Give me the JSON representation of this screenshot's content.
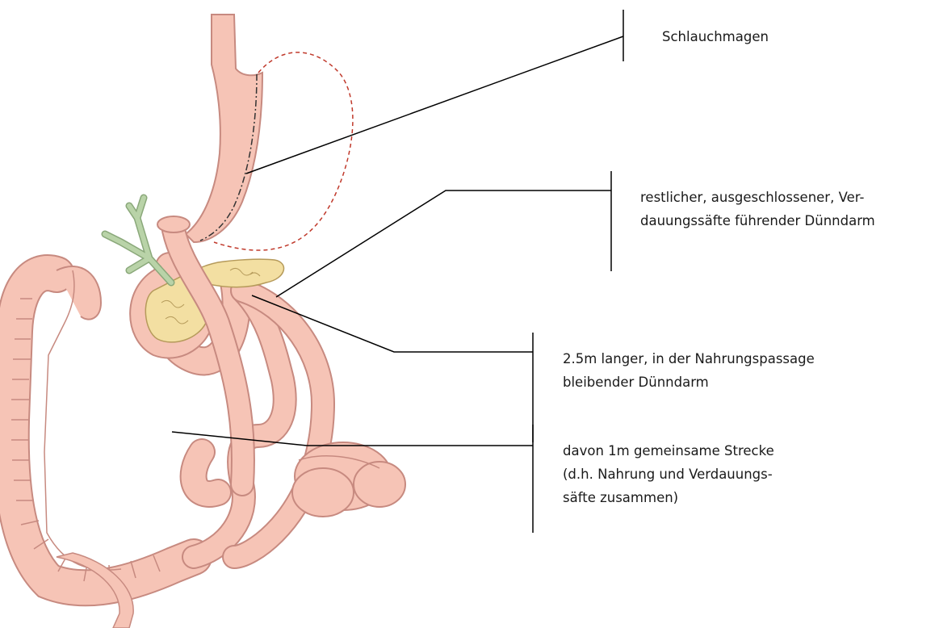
{
  "labels": {
    "sleeve_stomach": "Schlauchmagen",
    "excluded_bowel": {
      "line1": "restlicher, ausgeschlossener, Ver-",
      "line2": "dauungssäfte führender Dünndarm"
    },
    "food_bowel": {
      "line1": "2.5m langer, in der Nahrungspassage",
      "line2": "bleibender Dünndarm"
    },
    "common_channel": {
      "line1": "davon 1m gemeinsame Strecke",
      "line2": "(d.h. Nahrung und Verdauungs-",
      "line3": "säfte zusammen)"
    }
  },
  "colors": {
    "intestine_fill": "#f6c4b6",
    "intestine_stroke": "#c78a80",
    "pancreas_fill": "#f3dfa2",
    "bile_duct": "#b9d3a8",
    "removed_stomach_outline": "#c0392b",
    "leader_line": "#000000"
  }
}
